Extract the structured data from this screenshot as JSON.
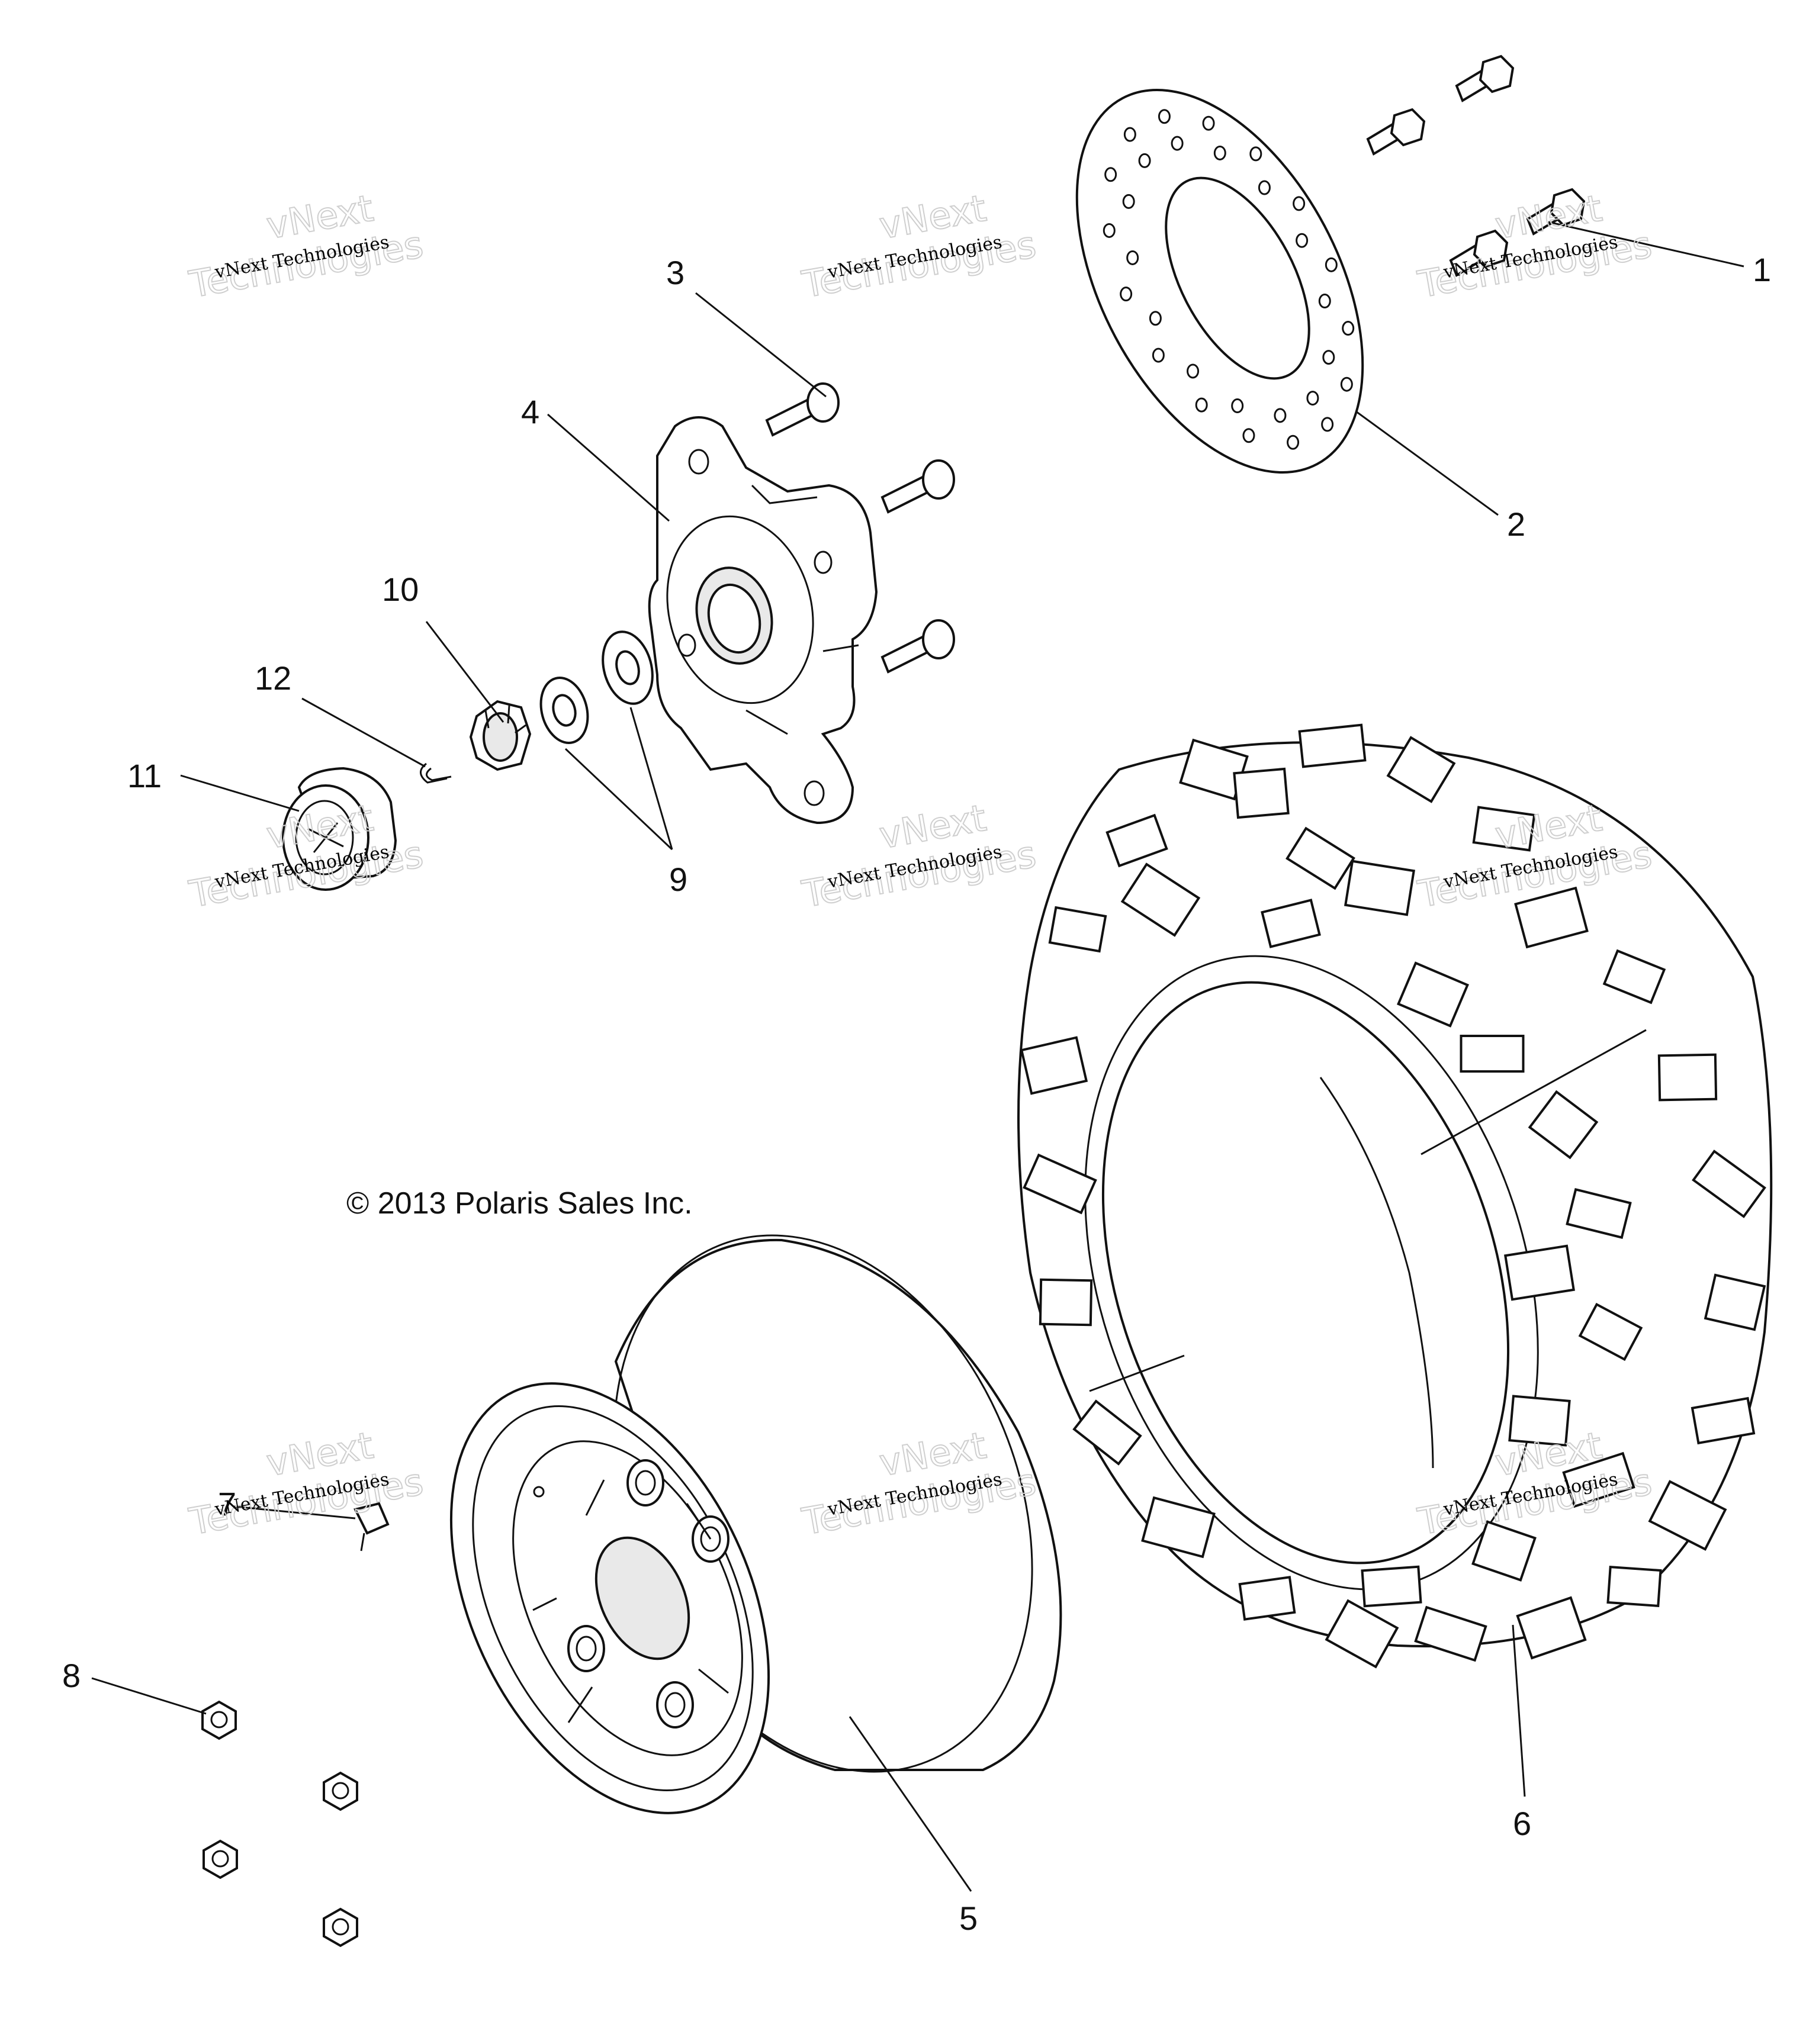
{
  "copyright": "© 2013 Polaris Sales Inc.",
  "watermark": {
    "line1": "vNext Technologies",
    "line2": "vNext\nTechnologies"
  },
  "callouts": [
    {
      "id": "1",
      "label": "1"
    },
    {
      "id": "2",
      "label": "2"
    },
    {
      "id": "3",
      "label": "3"
    },
    {
      "id": "4",
      "label": "4"
    },
    {
      "id": "5",
      "label": "5"
    },
    {
      "id": "6",
      "label": "6"
    },
    {
      "id": "7",
      "label": "7"
    },
    {
      "id": "8",
      "label": "8"
    },
    {
      "id": "9",
      "label": "9"
    },
    {
      "id": "10",
      "label": "10"
    },
    {
      "id": "11",
      "label": "11"
    },
    {
      "id": "12",
      "label": "12"
    }
  ],
  "parts": [
    {
      "callout": "1",
      "part": "rotor-bolt"
    },
    {
      "callout": "2",
      "part": "brake-disc"
    },
    {
      "callout": "3",
      "part": "wheel-stud"
    },
    {
      "callout": "4",
      "part": "wheel-hub"
    },
    {
      "callout": "5",
      "part": "wheel-rim"
    },
    {
      "callout": "6",
      "part": "tire"
    },
    {
      "callout": "7",
      "part": "valve-stem"
    },
    {
      "callout": "8",
      "part": "lug-nut"
    },
    {
      "callout": "9",
      "part": "washer"
    },
    {
      "callout": "10",
      "part": "castle-nut"
    },
    {
      "callout": "11",
      "part": "hub-cap"
    },
    {
      "callout": "12",
      "part": "cotter-pin"
    }
  ]
}
